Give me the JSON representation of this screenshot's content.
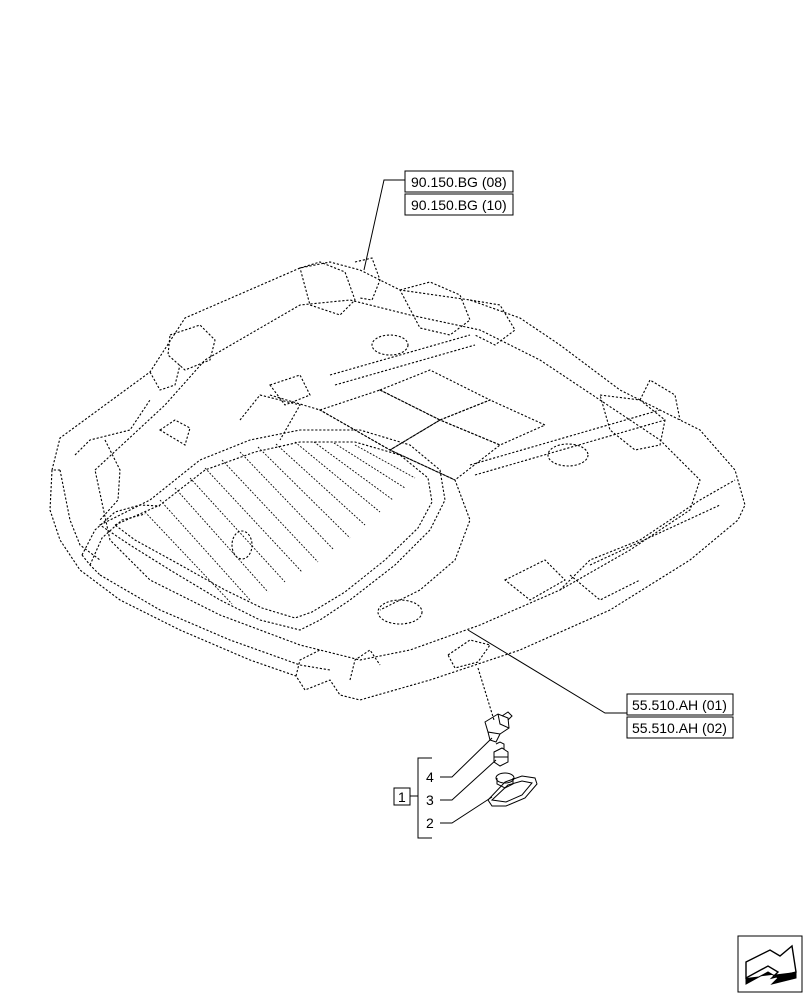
{
  "references": {
    "top": [
      "90.150.BG (08)",
      "90.150.BG (10)"
    ],
    "right": [
      "55.510.AH (01)",
      "55.510.AH (02)"
    ]
  },
  "assembly": {
    "group_label": "1",
    "items": [
      "4",
      "3",
      "2"
    ]
  },
  "icons": {
    "corner": "next-page-arrow-icon"
  }
}
